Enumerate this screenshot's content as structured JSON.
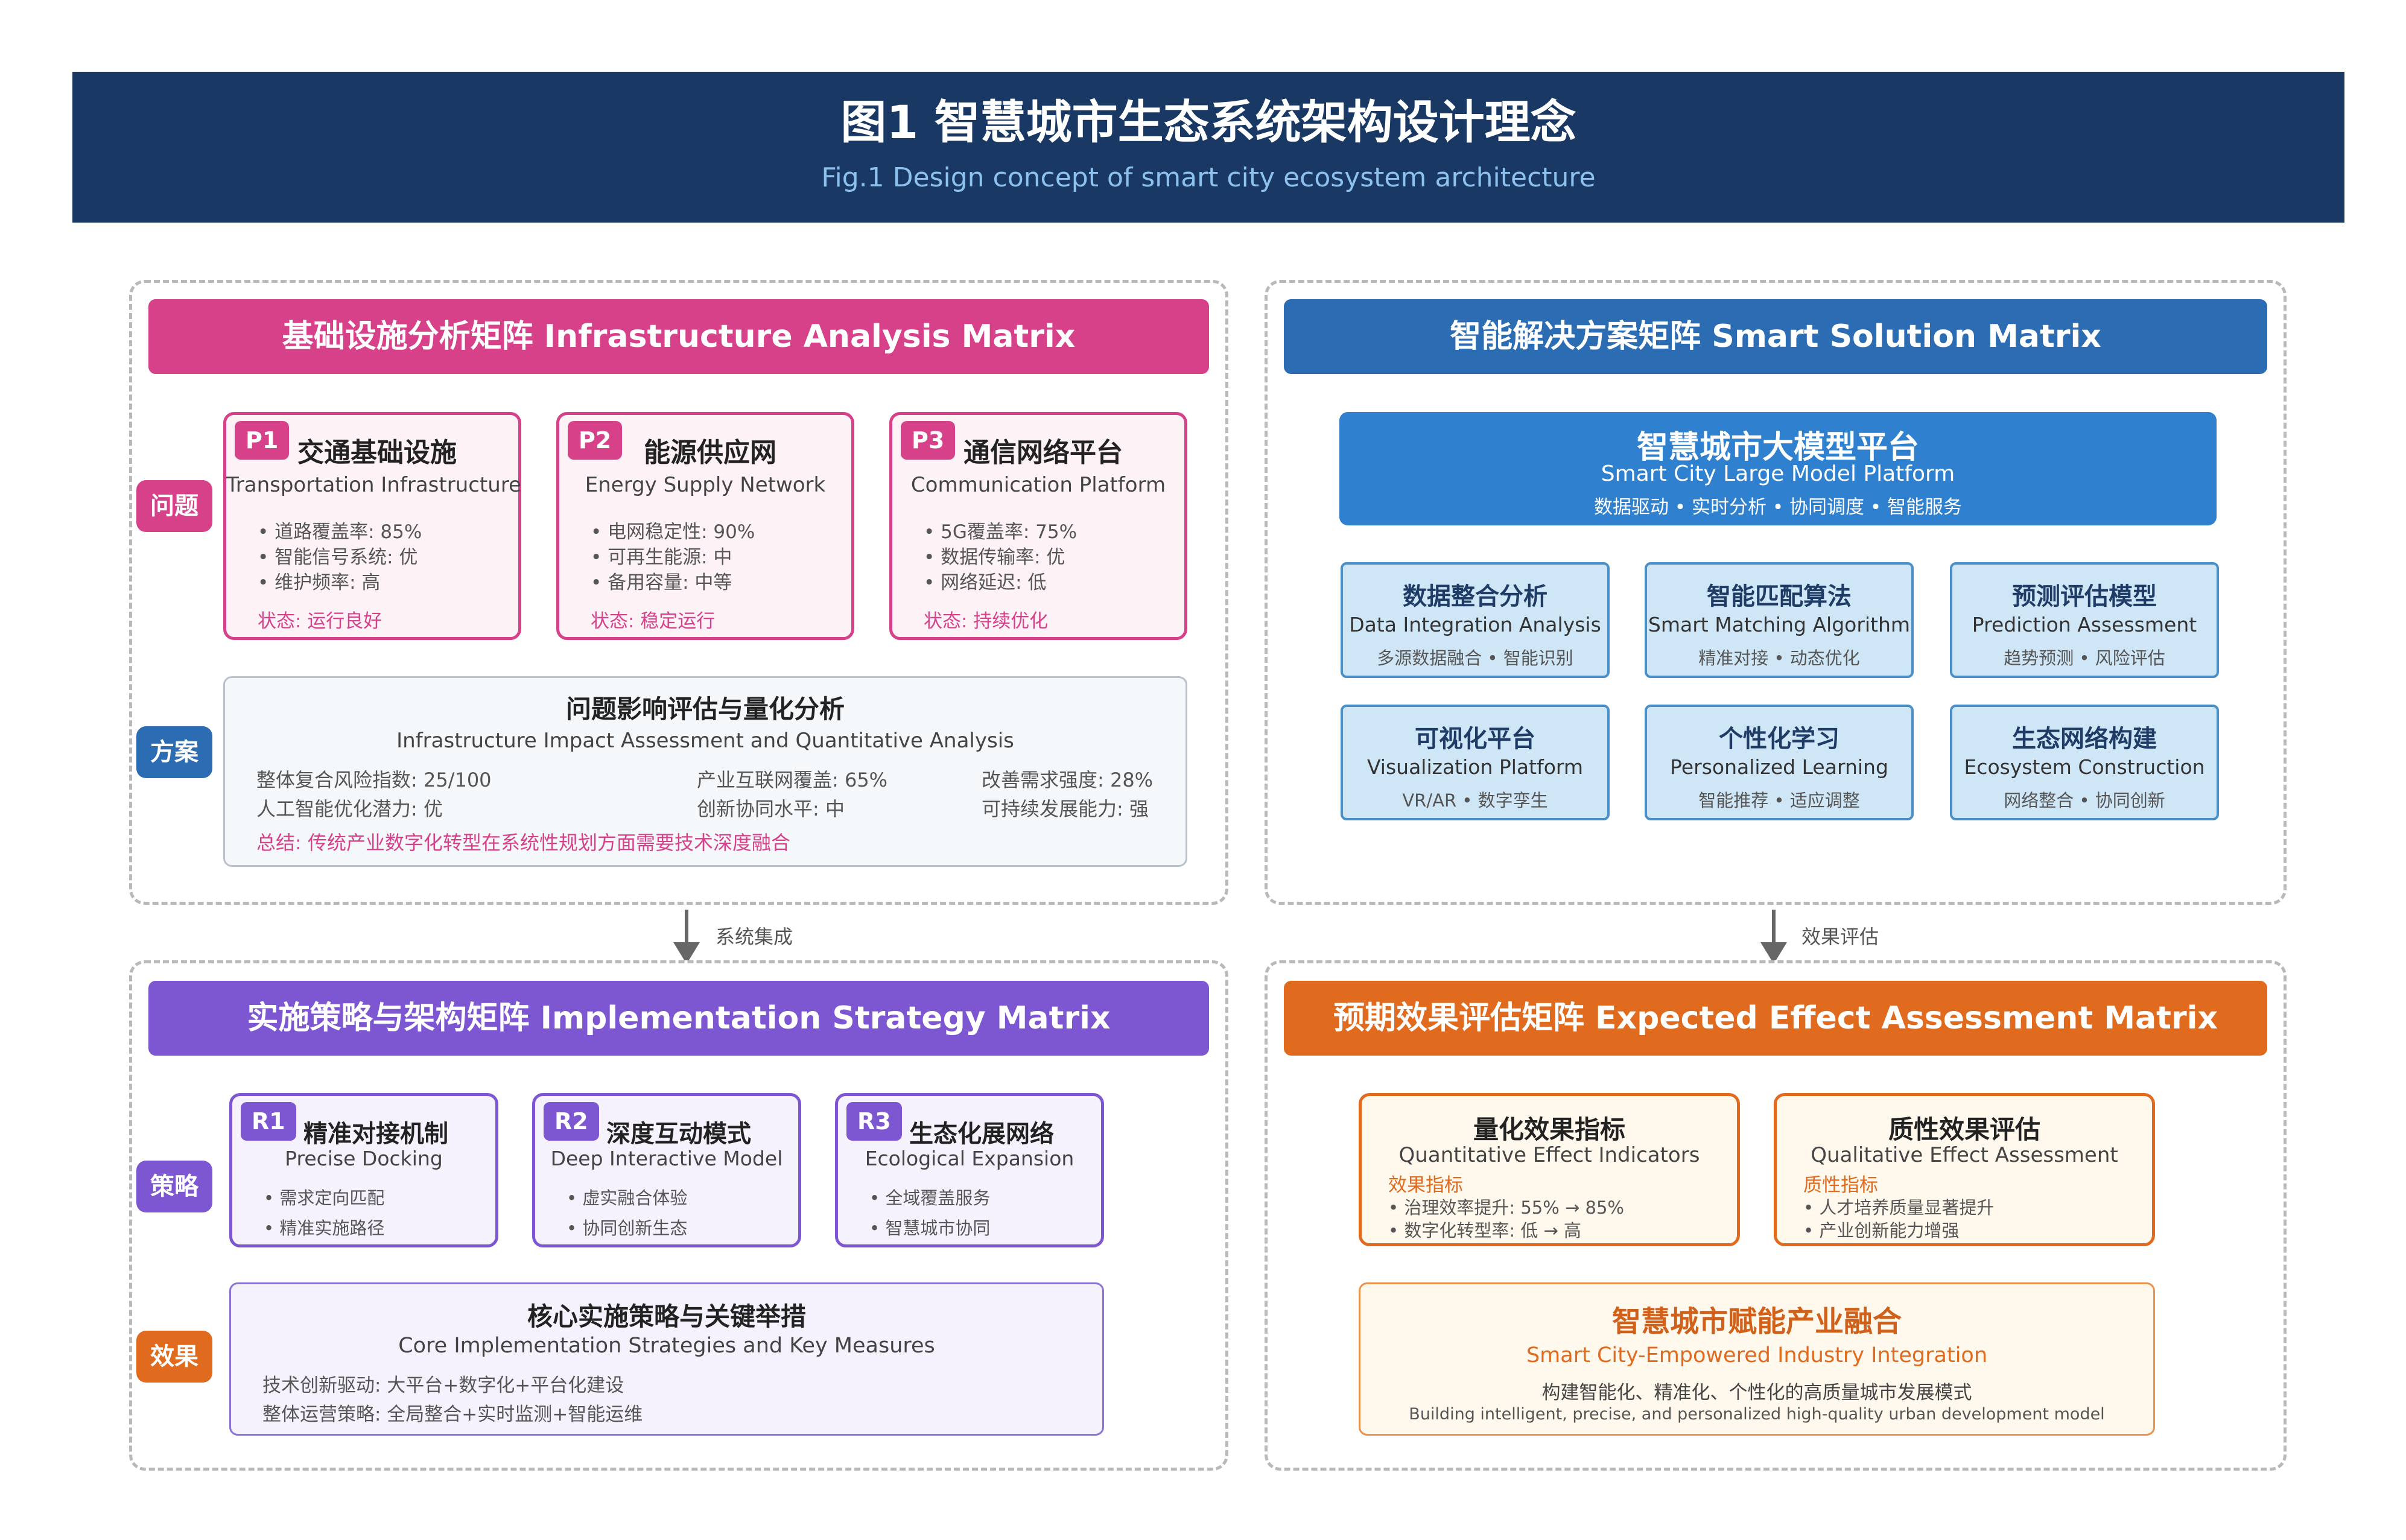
{
  "header": {
    "title": "图1 智慧城市生态系统架构设计理念",
    "subtitle": "Fig.1 Design concept of smart city ecosystem architecture"
  },
  "colors": {
    "navy": "#1a3864",
    "pink": "#d6418a",
    "blue": "#2c6cb3",
    "purple": "#7d57d1",
    "orange": "#e06b1f"
  },
  "infra": {
    "title": "基础设施分析矩阵 Infrastructure Analysis Matrix",
    "label_problem": "问题",
    "label_solution": "方案",
    "cards": [
      {
        "tag": "P1",
        "title": "交通基础设施",
        "subtitle": "Transportation Infrastructure",
        "lines": [
          "• 道路覆盖率: 85%",
          "• 智能信号系统: 优",
          "• 维护频率: 高"
        ],
        "status": "状态: 运行良好"
      },
      {
        "tag": "P2",
        "title": "能源供应网",
        "subtitle": "Energy Supply Network",
        "lines": [
          "• 电网稳定性: 90%",
          "• 可再生能源: 中",
          "• 备用容量: 中等"
        ],
        "status": "状态: 稳定运行"
      },
      {
        "tag": "P3",
        "title": "通信网络平台",
        "subtitle": "Communication Platform",
        "lines": [
          "• 5G覆盖率: 75%",
          "• 数据传输率: 优",
          "• 网络延迟: 低"
        ],
        "status": "状态: 持续优化"
      }
    ],
    "assessment": {
      "title": "问题影响评估与量化分析",
      "subtitle": "Infrastructure Impact Assessment and Quantitative Analysis",
      "items": [
        "整体复合风险指数: 25/100",
        "产业互联网覆盖: 65%",
        "改善需求强度: 28%",
        "人工智能优化潜力: 优",
        "创新协同水平: 中",
        "可持续发展能力: 强"
      ],
      "summary": "总结: 传统产业数字化转型在系统性规划方面需要技术深度融合"
    }
  },
  "smart": {
    "title": "智能解决方案矩阵 Smart Solution Matrix",
    "platform": {
      "title": "智慧城市大模型平台",
      "subtitle": "Smart City Large Model Platform",
      "tagline": "数据驱动 • 实时分析 • 协同调度 • 智能服务"
    },
    "modules": [
      {
        "title": "数据整合分析",
        "subtitle": "Data Integration Analysis",
        "desc": "多源数据融合 • 智能识别"
      },
      {
        "title": "智能匹配算法",
        "subtitle": "Smart Matching Algorithm",
        "desc": "精准对接 • 动态优化"
      },
      {
        "title": "预测评估模型",
        "subtitle": "Prediction Assessment",
        "desc": "趋势预测 • 风险评估"
      },
      {
        "title": "可视化平台",
        "subtitle": "Visualization Platform",
        "desc": "VR/AR • 数字孪生"
      },
      {
        "title": "个性化学习",
        "subtitle": "Personalized Learning",
        "desc": "智能推荐 • 适应调整"
      },
      {
        "title": "生态网络构建",
        "subtitle": "Ecosystem Construction",
        "desc": "网络整合 • 协同创新"
      }
    ]
  },
  "arrows": {
    "left_label": "系统集成",
    "right_label": "效果评估"
  },
  "impl": {
    "title": "实施策略与架构矩阵 Implementation Strategy Matrix",
    "label_strategy": "策略",
    "label_effect": "效果",
    "cards": [
      {
        "tag": "R1",
        "title": "精准对接机制",
        "subtitle": "Precise Docking",
        "lines": [
          "• 需求定向匹配",
          "• 精准实施路径"
        ]
      },
      {
        "tag": "R2",
        "title": "深度互动模式",
        "subtitle": "Deep Interactive Model",
        "lines": [
          "• 虚实融合体验",
          "• 协同创新生态"
        ]
      },
      {
        "tag": "R3",
        "title": "生态化展网络",
        "subtitle": "Ecological Expansion",
        "lines": [
          "• 全域覆盖服务",
          "• 智慧城市协同"
        ]
      }
    ],
    "core": {
      "title": "核心实施策略与关键举措",
      "subtitle": "Core Implementation Strategies and Key Measures",
      "lines": [
        "技术创新驱动: 大平台+数字化+平台化建设",
        "整体运营策略: 全局整合+实时监测+智能运维"
      ]
    }
  },
  "effect": {
    "title": "预期效果评估矩阵 Expected Effect Assessment Matrix",
    "quant": {
      "title": "量化效果指标",
      "subtitle": "Quantitative Effect Indicators",
      "label": "效果指标",
      "lines": [
        "• 治理效率提升: 55% → 85%",
        "• 数字化转型率: 低 → 高"
      ]
    },
    "qual": {
      "title": "质性效果评估",
      "subtitle": "Qualitative Effect Assessment",
      "label": "质性指标",
      "lines": [
        "• 人才培养质量显著提升",
        "• 产业创新能力增强"
      ]
    },
    "fusion": {
      "title": "智慧城市赋能产业融合",
      "subtitle": "Smart City-Empowered Industry Integration",
      "line_cn": "构建智能化、精准化、个性化的高质量城市发展模式",
      "line_en": "Building intelligent, precise, and personalized high-quality urban development model"
    }
  }
}
